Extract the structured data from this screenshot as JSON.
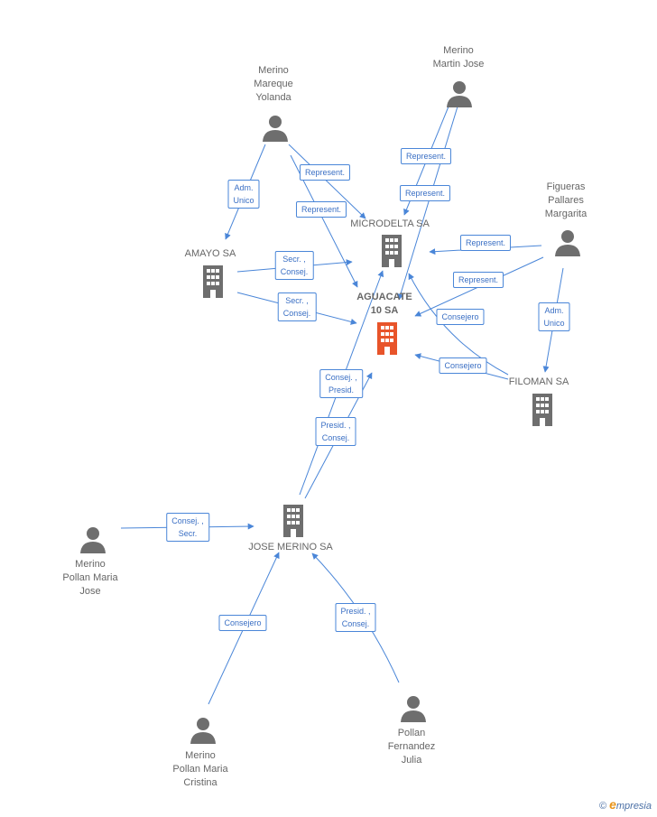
{
  "nodes": {
    "merino_mareque_yolanda": {
      "label": "Merino\nMareque\nYolanda"
    },
    "merino_martin_jose": {
      "label": "Merino\nMartin Jose"
    },
    "figueras_pallares_margarita": {
      "label": "Figueras\nPallares\nMargarita"
    },
    "amayo_sa": {
      "label": "AMAYO SA"
    },
    "microdelta_sa": {
      "label": "MICRODELTA SA"
    },
    "aguacate_10_sa": {
      "label": "AGUACATE\n10 SA"
    },
    "filoman_sa": {
      "label": "FILOMAN SA"
    },
    "jose_merino_sa": {
      "label": "JOSE MERINO SA"
    },
    "merino_pollan_maria_jose": {
      "label": "Merino\nPollan Maria\nJose"
    },
    "merino_pollan_maria_cristina": {
      "label": "Merino\nPollan Maria\nCristina"
    },
    "pollan_fernandez_julia": {
      "label": "Pollan\nFernandez\nJulia"
    }
  },
  "edges": [
    {
      "label": "Adm.\nUnico"
    },
    {
      "label": "Represent."
    },
    {
      "label": "Represent."
    },
    {
      "label": "Represent."
    },
    {
      "label": "Represent."
    },
    {
      "label": "Represent."
    },
    {
      "label": "Represent."
    },
    {
      "label": "Adm.\nUnico"
    },
    {
      "label": "Secr. ,\nConsej."
    },
    {
      "label": "Secr. ,\nConsej."
    },
    {
      "label": "Consejero"
    },
    {
      "label": "Consejero"
    },
    {
      "label": "Consej. ,\nPresid."
    },
    {
      "label": "Presid. ,\nConsej."
    },
    {
      "label": "Consej. ,\nSecr."
    },
    {
      "label": "Consejero"
    },
    {
      "label": "Presid. ,\nConsej."
    }
  ],
  "logo": {
    "symbol": "©",
    "brand_initial": "e",
    "brand_rest": "mpresia"
  },
  "colors": {
    "company": "#6e6e6e",
    "main_company": "#e8542a",
    "person": "#6e6e6e",
    "edge": "#4a86d8"
  }
}
